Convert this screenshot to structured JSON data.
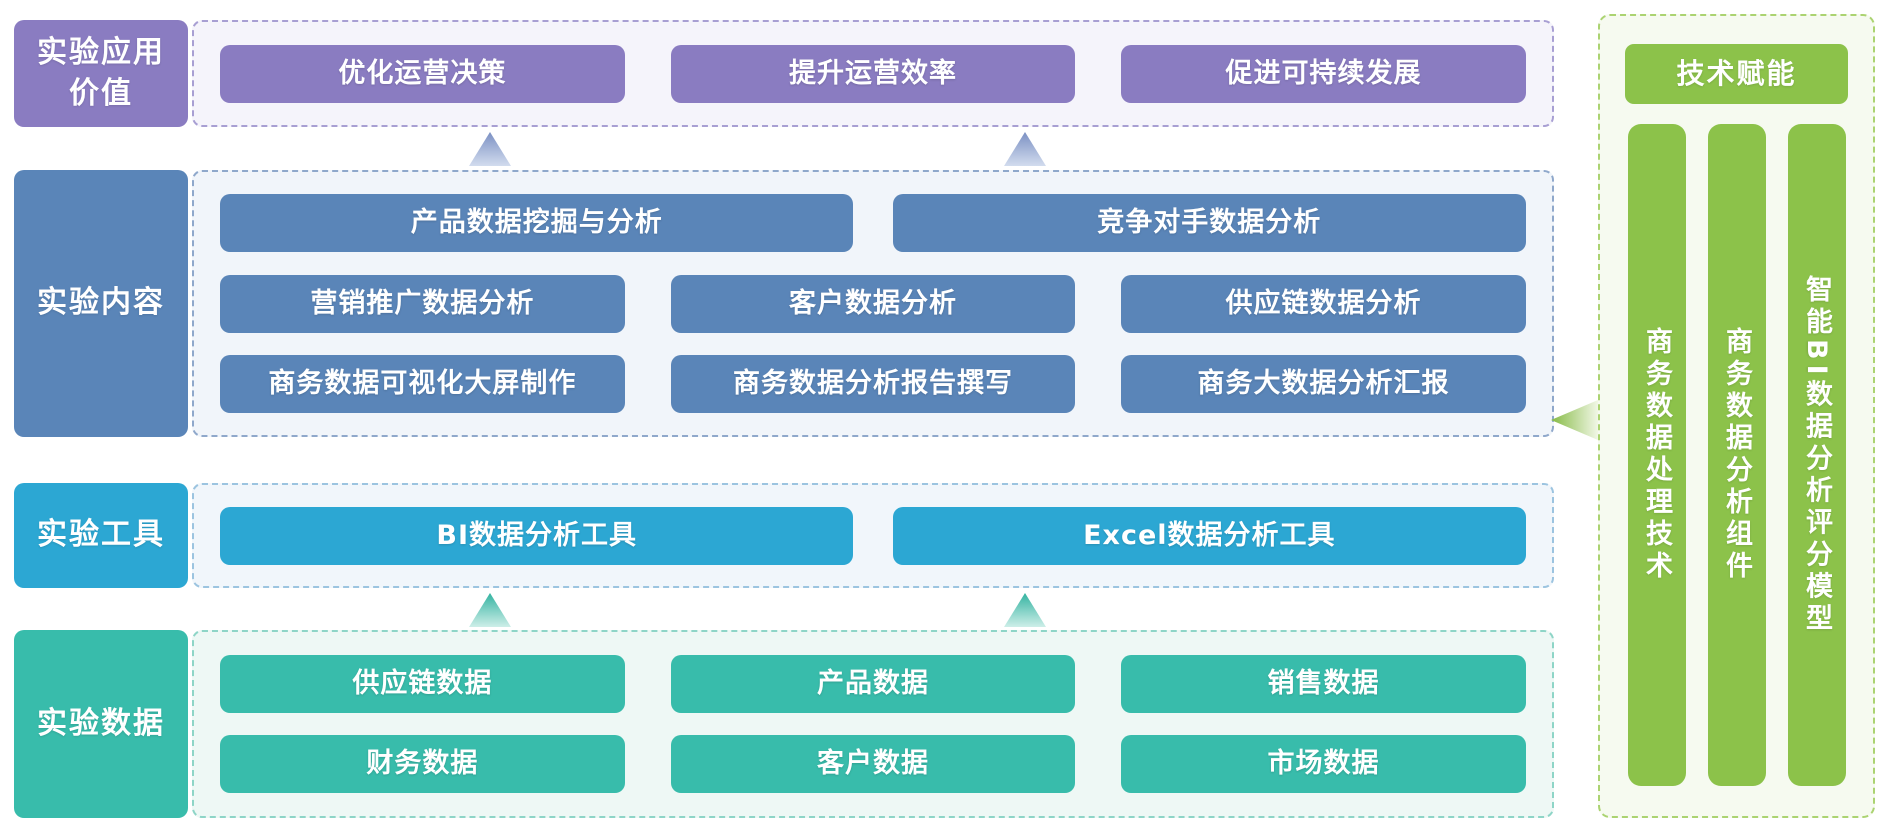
{
  "bands": [
    {
      "id": "application-value",
      "label_lines": [
        "实验应用",
        "价值"
      ],
      "rows": [
        [
          "优化运营决策",
          "提升运营效率",
          "促进可持续发展"
        ]
      ]
    },
    {
      "id": "content",
      "label_lines": [
        "实验内容"
      ],
      "rows": [
        [
          "产品数据挖掘与分析",
          "竞争对手数据分析"
        ],
        [
          "营销推广数据分析",
          "客户数据分析",
          "供应链数据分析"
        ],
        [
          "商务数据可视化大屏制作",
          "商务数据分析报告撰写",
          "商务大数据分析汇报"
        ]
      ]
    },
    {
      "id": "tools",
      "label_lines": [
        "实验工具"
      ],
      "rows": [
        [
          "BI数据分析工具",
          "Excel数据分析工具"
        ]
      ]
    },
    {
      "id": "data",
      "label_lines": [
        "实验数据"
      ],
      "rows": [
        [
          "供应链数据",
          "产品数据",
          "销售数据"
        ],
        [
          "财务数据",
          "客户数据",
          "市场数据"
        ]
      ]
    }
  ],
  "side_panel": {
    "title": "技术赋能",
    "bars": [
      "商务数据处理技术",
      "商务数据分析组件",
      "智能BI数据分析评分模型"
    ]
  },
  "colors": {
    "purple": "#8a7cc1",
    "steel_blue": "#5a85b8",
    "cyan": "#2ca7d3",
    "teal": "#38bcab",
    "green": "#8cc24a"
  }
}
